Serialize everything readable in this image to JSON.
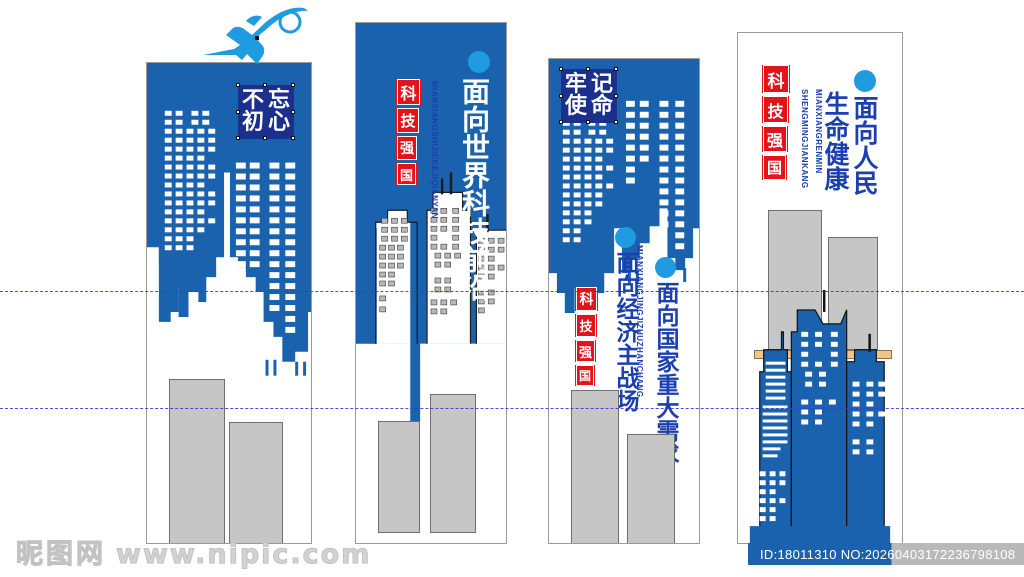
{
  "document": {
    "background_color": "#ffffff",
    "accent_blue": "#1b62ae",
    "text_blue": "#1b3fae",
    "stamp_red": "#e2131a",
    "badge_navy": "#1b2f8c",
    "dot_cyan": "#1f9be0",
    "shelf_color": "#f3c48a",
    "placeholder_grey": "#c6c6c6"
  },
  "rocket": {
    "icon": "rocket-icon",
    "color": "#1f9be0"
  },
  "guides": {
    "count": 2,
    "color": "#3a3ad6",
    "y_positions": [
      291,
      408
    ]
  },
  "panels": [
    {
      "id": "panel-1",
      "badge": {
        "chars": [
          "不",
          "忘",
          "初",
          "心"
        ],
        "text": "不忘初心"
      },
      "headline": "",
      "pinyin": "",
      "stamps": [],
      "dot": false,
      "grey_boxes": 2,
      "shelf": false,
      "city_style": "inverted-blue"
    },
    {
      "id": "panel-2",
      "badge": null,
      "headline": "面向世界科技前沿",
      "pinyin": "MIANXIANGSHIJIEKEJIQIANYAN",
      "stamps": [
        "科",
        "技",
        "强",
        "国"
      ],
      "dot": true,
      "grey_boxes": 2,
      "shelf": false,
      "city_style": "white-on-blue"
    },
    {
      "id": "panel-3",
      "badge": {
        "chars": [
          "牢",
          "记",
          "使",
          "命"
        ],
        "text": "牢记使命"
      },
      "headline": "面向经济主战场",
      "headline_2": "面向国家重大需求",
      "pinyin": "MIANXIANGJINGJIZHUZHANCHANG",
      "stamps": [
        "科",
        "技",
        "强",
        "国"
      ],
      "dot": true,
      "dot_2": true,
      "grey_boxes": 2,
      "shelf": false,
      "city_style": "inverted-blue"
    },
    {
      "id": "panel-4",
      "badge": null,
      "headline": "面向人民",
      "headline_2": "生命健康",
      "pinyin": "MIANXIANGRENMIN",
      "pinyin_2": "SHENGMINGJIANKANG",
      "stamps": [
        "科",
        "技",
        "强",
        "国"
      ],
      "dot": true,
      "grey_boxes": 2,
      "shelf": true,
      "city_style": "blue-skyline"
    }
  ],
  "watermark": {
    "cn": "昵图网",
    "url": "www.nipic.com"
  },
  "id_bar": {
    "text": "ID:18011310 NO:20260403172236798108"
  }
}
